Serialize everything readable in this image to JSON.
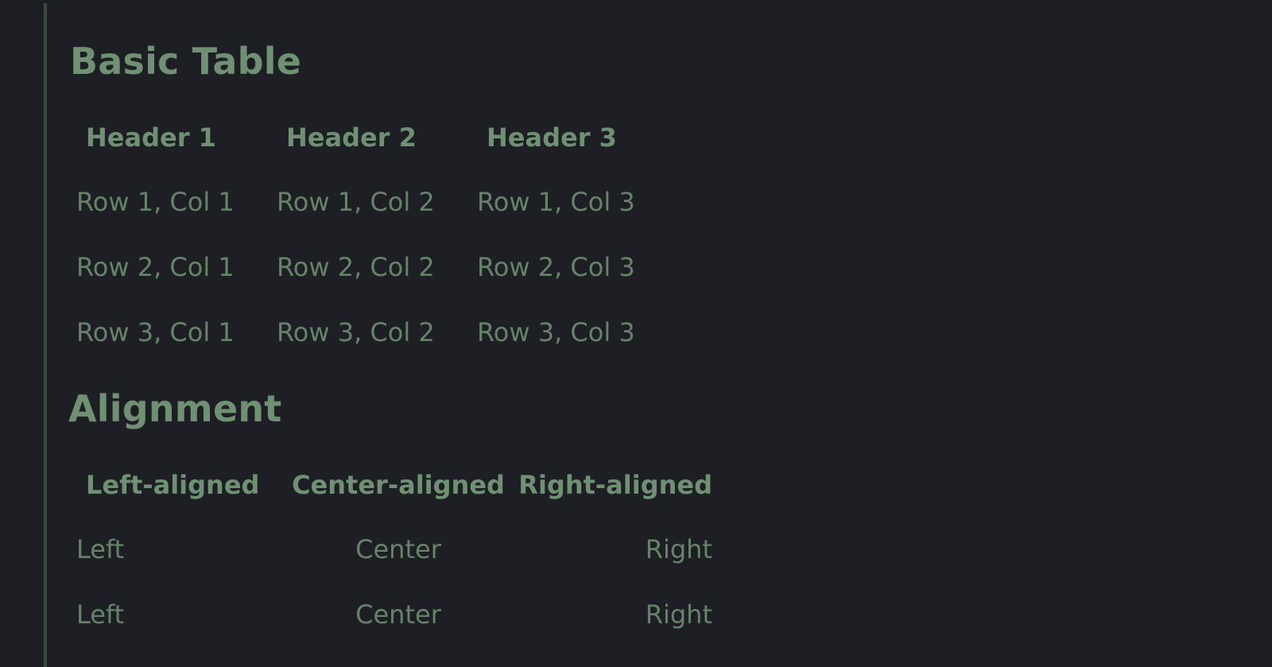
{
  "sections": {
    "basic": {
      "title": "Basic Table",
      "headers": [
        "Header 1",
        "Header 2",
        "Header 3"
      ],
      "rows": [
        [
          "Row 1, Col 1",
          "Row 1, Col 2",
          "Row 1, Col 3"
        ],
        [
          "Row 2, Col 1",
          "Row 2, Col 2",
          "Row 2, Col 3"
        ],
        [
          "Row 3, Col 1",
          "Row 3, Col 2",
          "Row 3, Col 3"
        ]
      ]
    },
    "alignment": {
      "title": "Alignment",
      "headers": [
        "Left-aligned",
        "Center-aligned",
        "Right-aligned"
      ],
      "rows": [
        [
          "Left",
          "Center",
          "Right"
        ],
        [
          "Left",
          "Center",
          "Right"
        ]
      ]
    }
  },
  "colors": {
    "background": "#1e1f24",
    "heading": "#6f9072",
    "text": "#66836a",
    "rule": "#3a4a3c"
  }
}
